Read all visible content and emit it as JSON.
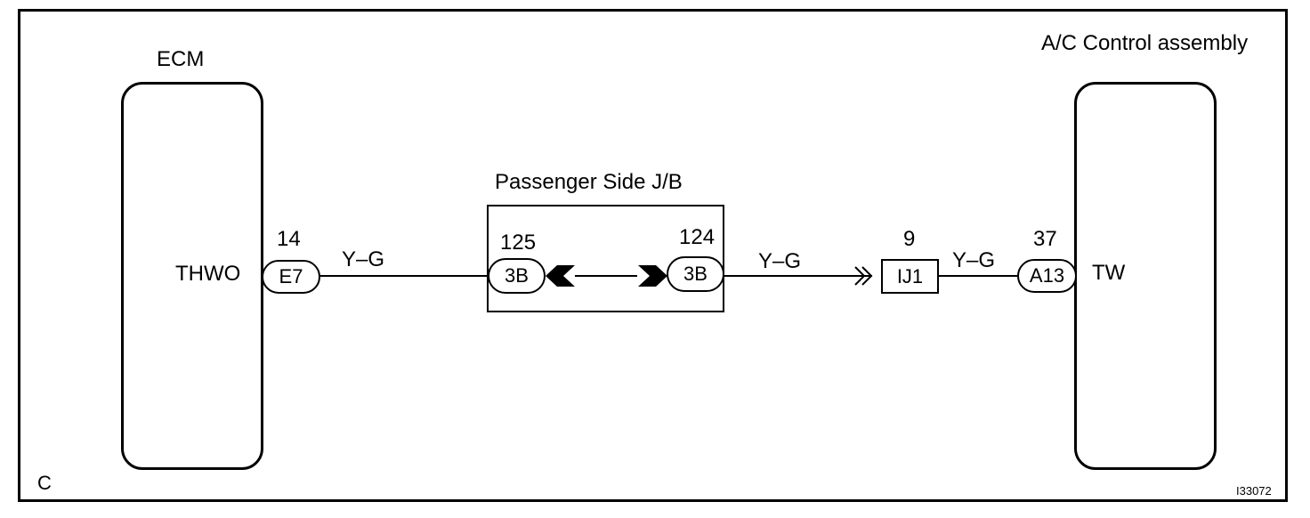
{
  "diagram": {
    "components": {
      "ecm": {
        "title": "ECM",
        "terminal": "THWO"
      },
      "ac": {
        "title": "A/C Control assembly",
        "terminal": "TW"
      },
      "jb": {
        "title": "Passenger Side J/B"
      }
    },
    "connectors": {
      "e7": {
        "pin": "14",
        "code": "E7"
      },
      "jb_left": {
        "pin": "125",
        "code": "3B"
      },
      "jb_right": {
        "pin": "124",
        "code": "3B"
      },
      "ij1": {
        "pin": "9",
        "code": "IJ1"
      },
      "a13": {
        "pin": "37",
        "code": "A13"
      }
    },
    "wires": {
      "w1": "Y–G",
      "w2": "Y–G",
      "w3": "Y–G"
    },
    "corner_letter": "C",
    "figure_id": "I33072"
  }
}
